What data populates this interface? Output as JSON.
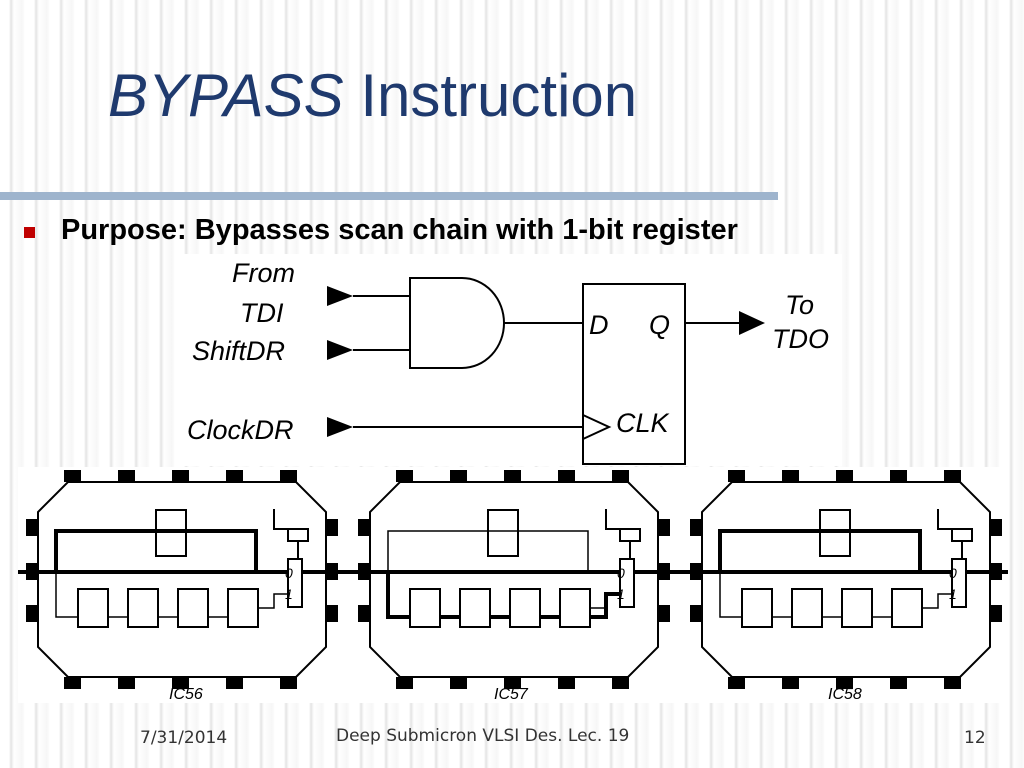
{
  "slide": {
    "title_italic": "BYPASS",
    "title_rest": " Instruction",
    "bullet": "Purpose: Bypasses scan chain with 1-bit register"
  },
  "bypass_register": {
    "input_line_1": "From",
    "input_line_2": "TDI",
    "input_shiftdr": "ShiftDR",
    "input_clockdr": "ClockDR",
    "ff_d": "D",
    "ff_q": "Q",
    "ff_clk": "CLK",
    "output_line_1": "To",
    "output_line_2": "TDO"
  },
  "scan_chain": {
    "chips": [
      {
        "label": "IC56",
        "bypassed": false
      },
      {
        "label": "IC57",
        "bypassed": true
      },
      {
        "label": "IC58",
        "bypassed": false
      }
    ],
    "mux_input_0": "0",
    "mux_input_1": "1"
  },
  "footer": {
    "date": "7/31/2014",
    "course": "Deep Submicron VLSI Des. Lec. 19",
    "page": "12"
  },
  "colors": {
    "title": "#1f3a6e",
    "rule": "#9eb4cd",
    "bullet": "#c00000"
  }
}
